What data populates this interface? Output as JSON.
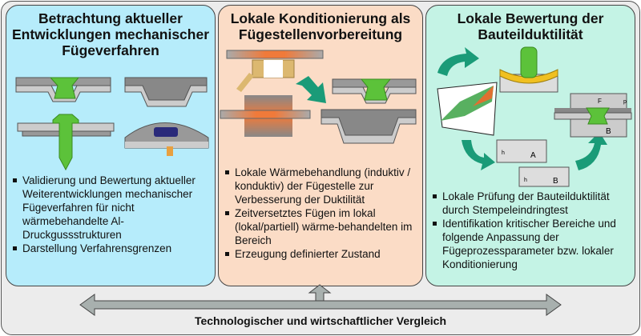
{
  "panels": [
    {
      "title": "Betrachtung aktueller Entwicklungen mechanischer Fügeverfahren",
      "bullets": [
        "Validierung und Bewertung aktueller Weiterentwicklungen mechanischer Fügeverfahren für nicht wärmebehandelte Al-Druckgussstrukturen",
        "Darstellung Verfahrensgrenzen"
      ],
      "color": "#b6ecfb"
    },
    {
      "title": "Lokale Konditionierung als Fügestellenvorbereitung",
      "bullets": [
        "Lokale Wärmebehandlung (induktiv / konduktiv) der Fügestelle zur Verbesserung der Duktilität",
        "Zeitversetztes Fügen im lokal (lokal/partiell) wärme-behandelten im Bereich",
        "Erzeugung definierter Zustand"
      ],
      "color": "#fbdcc6"
    },
    {
      "title": "Lokale Bewertung der Bauteilduktilität",
      "bullets": [
        "Lokale Prüfung der Bauteilduktilität durch Stempeleindringtest",
        "Identifikation kritischer Bereiche und folgende Anpassung der Fügeprozessparameter bzw. lokaler Konditionierung"
      ],
      "color": "#c4f3e5",
      "labels": {
        "a": "A",
        "b1": "B",
        "b2": "B",
        "hed": "h",
        "fs": "F",
        "ps": "p"
      }
    }
  ],
  "footer": "Technologischer und wirtschaftlicher Vergleich",
  "colors": {
    "arrow_teal": "#1a9b78",
    "green": "#5cc23a",
    "steel": "#9a9a9a",
    "heat": "#f07a3a"
  }
}
